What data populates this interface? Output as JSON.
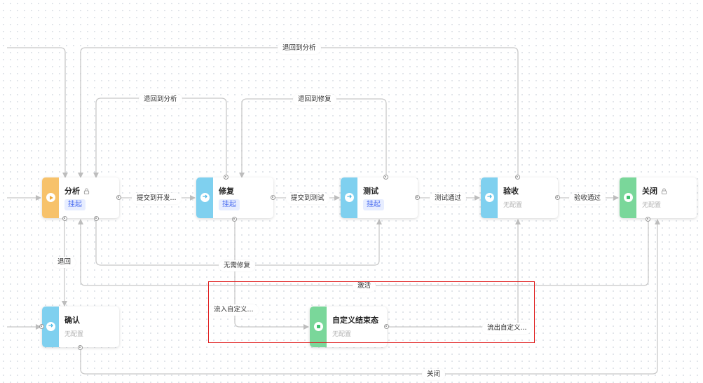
{
  "colors": {
    "accent": "#4d6ff0",
    "start_strip": "#f7c26b",
    "process_strip": "#7fd0ef",
    "end_strip": "#7ad79a",
    "edge": "#c8c8c8",
    "selection": "#e02020"
  },
  "nodes": {
    "analyze": {
      "title": "分析",
      "status": "挂起"
    },
    "fix": {
      "title": "修复",
      "status": "挂起"
    },
    "test": {
      "title": "测试",
      "status": "挂起"
    },
    "accept": {
      "title": "验收",
      "status": "无配置"
    },
    "close": {
      "title": "关闭",
      "status": "无配置"
    },
    "confirm": {
      "title": "确认",
      "status": "无配置"
    },
    "custom_end": {
      "title": "自定义结束态",
      "status": "无配置"
    }
  },
  "edges": {
    "back_to_analyze_top": "退回到分析",
    "back_to_analyze": "退回到分析",
    "back_to_fix": "退回到修复",
    "submit_dev": "提交到开发...",
    "submit_test": "提交到测试",
    "test_pass": "测试通过",
    "accept_pass": "验收通过",
    "return": "退回",
    "no_fix": "无需修复",
    "activate": "激活",
    "flow_in_custom": "流入自定义...",
    "flow_out_custom": "流出自定义...",
    "close": "关闭"
  },
  "icons": {
    "start": "play-icon",
    "process": "arrow-right-icon",
    "end": "stop-icon",
    "lock": "lock-icon"
  }
}
